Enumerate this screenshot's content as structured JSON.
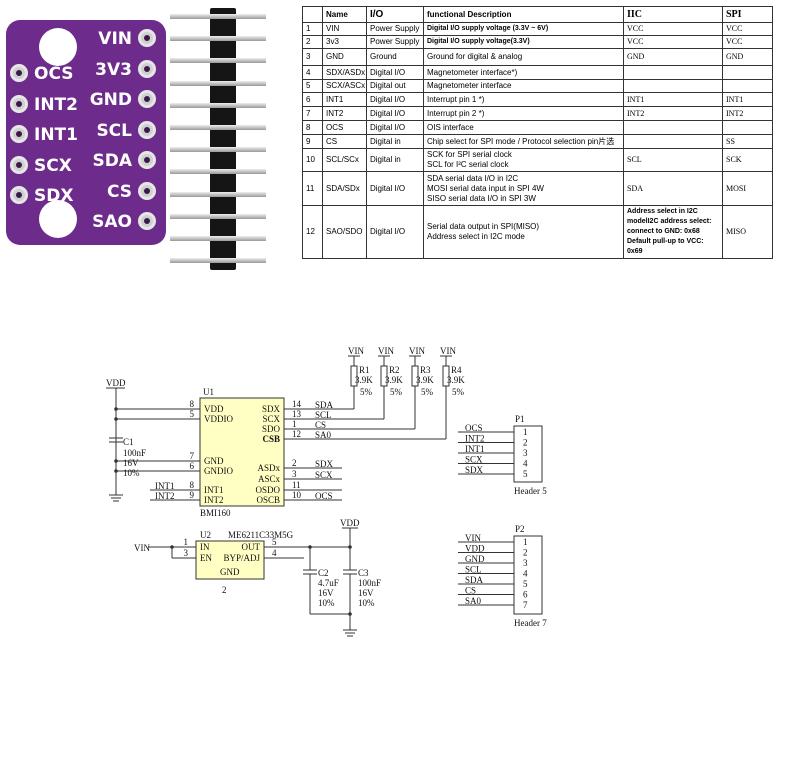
{
  "board": {
    "left_labels": [
      "OCS",
      "INT2",
      "INT1",
      "SCX",
      "SDX"
    ],
    "right_labels": [
      "VIN",
      "3V3",
      "GND",
      "SCL",
      "SDA",
      "CS",
      "SAO"
    ],
    "colors": {
      "pcb": "#6d2c8c",
      "silkscreen": "#ffffff",
      "pad": "#cfcfcf"
    }
  },
  "table": {
    "headers": [
      "",
      "Name",
      "I/O",
      "functional Description",
      "IIC",
      "SPI"
    ],
    "rows": [
      {
        "no": "1",
        "name": "VIN",
        "io": "Power Supply",
        "desc": [
          "Digital I/O supply voltage (3.3V ~ 6V)"
        ],
        "desc_bold": true,
        "iic": [
          "VCC"
        ],
        "spi": "VCC"
      },
      {
        "no": "2",
        "name": "3v3",
        "io": "Power Supply",
        "desc": [
          "Digital I/O supply voltage(3.3V)"
        ],
        "desc_bold": true,
        "iic": [
          "VCC"
        ],
        "spi": "VCC"
      },
      {
        "no": "3",
        "name": "GND",
        "io": "Ground",
        "desc": [
          "Ground for digital & analog"
        ],
        "desc_bold": false,
        "iic": [
          "GND"
        ],
        "spi": "GND"
      },
      {
        "no": "4",
        "name": "SDX/ASDx",
        "io": "Digital I/O",
        "desc": [
          "Magnetometer interface*)"
        ],
        "desc_bold": false,
        "iic": [
          ""
        ],
        "spi": ""
      },
      {
        "no": "5",
        "name": "SCX/ASCx",
        "io": "Digital out",
        "desc": [
          "Magnetometer interface"
        ],
        "desc_bold": false,
        "iic": [
          ""
        ],
        "spi": ""
      },
      {
        "no": "6",
        "name": "INT1",
        "io": "Digital I/O",
        "desc": [
          "Interrupt pin 1 *)"
        ],
        "desc_bold": false,
        "iic": [
          "INT1"
        ],
        "spi": "INT1"
      },
      {
        "no": "7",
        "name": "INT2",
        "io": "Digital I/O",
        "desc": [
          "Interrupt pin 2 *)"
        ],
        "desc_bold": false,
        "iic": [
          "INT2"
        ],
        "spi": "INT2"
      },
      {
        "no": "8",
        "name": "OCS",
        "io": "Digital I/O",
        "desc": [
          "OIS interface"
        ],
        "desc_bold": false,
        "iic": [
          ""
        ],
        "spi": ""
      },
      {
        "no": "9",
        "name": "CS",
        "io": "Digital in",
        "desc": [
          "Chip select for SPI mode / Protocol selection pin片选"
        ],
        "desc_bold": false,
        "iic": [
          ""
        ],
        "spi": "SS"
      },
      {
        "no": "10",
        "name": "SCL/SCx",
        "io": "Digital in",
        "desc": [
          "SCK for SPI serial clock",
          "SCL for I²C serial clock"
        ],
        "desc_bold": false,
        "iic": [
          "SCL"
        ],
        "spi": "SCK"
      },
      {
        "no": "11",
        "name": "SDA/SDx",
        "io": "Digital I/O",
        "desc": [
          "SDA serial data I/O in I2C",
          "MOSI serial data input in SPI 4W",
          "SISO serial data I/O in SPI 3W"
        ],
        "desc_bold": false,
        "iic": [
          "SDA"
        ],
        "spi": "MOSI"
      },
      {
        "no": "12",
        "name": "SAO/SDO",
        "io": "Digital I/O",
        "desc": [
          "Serial data output in SPI(MISO)",
          "Address select in I2C mode"
        ],
        "desc_bold": false,
        "iic": [
          "Address select in I2C",
          "modelI2C address select:",
          "connect to GND: 0x68",
          "Default pull-up to VCC: 0x69"
        ],
        "iic_bold": true,
        "spi": "MISO"
      }
    ]
  },
  "schematic": {
    "vdd_top": "VDD",
    "u1": {
      "ref": "U1",
      "part": "BMI160",
      "left_pins": [
        {
          "num": "8",
          "name": "VDD"
        },
        {
          "num": "5",
          "name": "VDDIO"
        },
        {
          "num": "7",
          "name": "GND"
        },
        {
          "num": "6",
          "name": "GNDIO"
        },
        {
          "num": "8",
          "name": "INT1"
        },
        {
          "num": "9",
          "name": "INT2"
        }
      ],
      "right_pins": [
        {
          "num": "14",
          "name": "SDX",
          "net": "SDA"
        },
        {
          "num": "13",
          "name": "SCX",
          "net": "SCL"
        },
        {
          "num": "1",
          "name": "SDO",
          "net": "CS"
        },
        {
          "num": "12",
          "name": "CSB",
          "net": "SA0"
        },
        {
          "num": "2",
          "name": "ASDx",
          "net": "SDX"
        },
        {
          "num": "3",
          "name": "ASCx",
          "net": "SCX"
        },
        {
          "num": "11",
          "name": "OSDO",
          "net": ""
        },
        {
          "num": "10",
          "name": "OSCB",
          "net": "OCS"
        }
      ],
      "left_nets": [
        "INT1",
        "INT2"
      ]
    },
    "c1": {
      "ref": "C1",
      "value": "100nF",
      "voltage": "16V",
      "tol": "10%"
    },
    "resistors": [
      {
        "ref": "R1",
        "value": "3.9K",
        "tol": "5%",
        "supply": "VIN"
      },
      {
        "ref": "R2",
        "value": "3.9K",
        "tol": "5%",
        "supply": "VIN"
      },
      {
        "ref": "R3",
        "value": "3.9K",
        "tol": "5%",
        "supply": "VIN"
      },
      {
        "ref": "R4",
        "value": "3.9K",
        "tol": "5%",
        "supply": "VIN"
      }
    ],
    "u2": {
      "ref": "U2",
      "part": "ME6211C33M5G",
      "input_net": "VIN",
      "output_net": "VDD",
      "left_pins": [
        {
          "num": "1",
          "name": "IN"
        },
        {
          "num": "3",
          "name": "EN"
        }
      ],
      "right_pins": [
        {
          "num": "5",
          "name": "OUT"
        },
        {
          "num": "4",
          "name": "BYP/ADJ"
        }
      ],
      "bottom_pin": {
        "num": "2",
        "name": "GND"
      }
    },
    "c2": {
      "ref": "C2",
      "value": "4.7uF",
      "voltage": "16V",
      "tol": "10%"
    },
    "c3": {
      "ref": "C3",
      "value": "100nF",
      "voltage": "16V",
      "tol": "10%"
    },
    "p1": {
      "ref": "P1",
      "label": "Header 5",
      "nets": [
        "OCS",
        "INT2",
        "INT1",
        "SCX",
        "SDX"
      ],
      "nums": [
        "1",
        "2",
        "3",
        "4",
        "5"
      ]
    },
    "p2": {
      "ref": "P2",
      "label": "Header 7",
      "nets": [
        "VIN",
        "VDD",
        "GND",
        "SCL",
        "SDA",
        "CS",
        "SA0"
      ],
      "nums": [
        "1",
        "2",
        "3",
        "4",
        "5",
        "6",
        "7"
      ]
    },
    "colors": {
      "ic_fill": "#ffffc4",
      "wire": "#333333"
    }
  }
}
